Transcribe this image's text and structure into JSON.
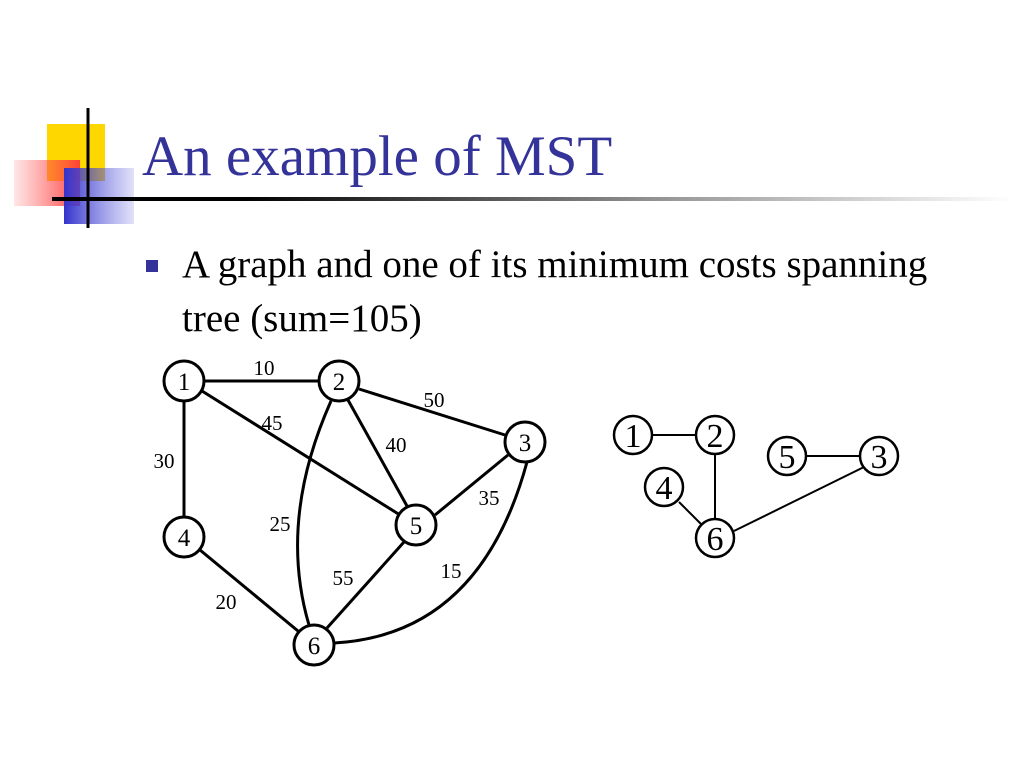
{
  "slide": {
    "title": "An example of MST",
    "bullet": "A graph and one of its minimum costs spanning tree (sum=105)",
    "colors": {
      "title": "#333399",
      "accent_yellow": "#ffd700",
      "accent_red": "#ff5555",
      "accent_blue": "#3333cc"
    }
  },
  "graph": {
    "nodes": [
      "1",
      "2",
      "3",
      "4",
      "5",
      "6"
    ],
    "edges": [
      {
        "from": "1",
        "to": "2",
        "weight": "10"
      },
      {
        "from": "1",
        "to": "4",
        "weight": "30"
      },
      {
        "from": "1",
        "to": "5",
        "weight": "45"
      },
      {
        "from": "2",
        "to": "3",
        "weight": "50"
      },
      {
        "from": "2",
        "to": "5",
        "weight": "40"
      },
      {
        "from": "2",
        "to": "6",
        "weight": "25"
      },
      {
        "from": "3",
        "to": "5",
        "weight": "35"
      },
      {
        "from": "3",
        "to": "6",
        "weight": "15"
      },
      {
        "from": "4",
        "to": "6",
        "weight": "20"
      },
      {
        "from": "5",
        "to": "6",
        "weight": "55"
      }
    ]
  },
  "tree": {
    "nodes": [
      "1",
      "2",
      "3",
      "4",
      "5",
      "6"
    ],
    "edges": [
      {
        "from": "1",
        "to": "2"
      },
      {
        "from": "2",
        "to": "6"
      },
      {
        "from": "4",
        "to": "6"
      },
      {
        "from": "5",
        "to": "3"
      },
      {
        "from": "6",
        "to": "3"
      }
    ]
  }
}
